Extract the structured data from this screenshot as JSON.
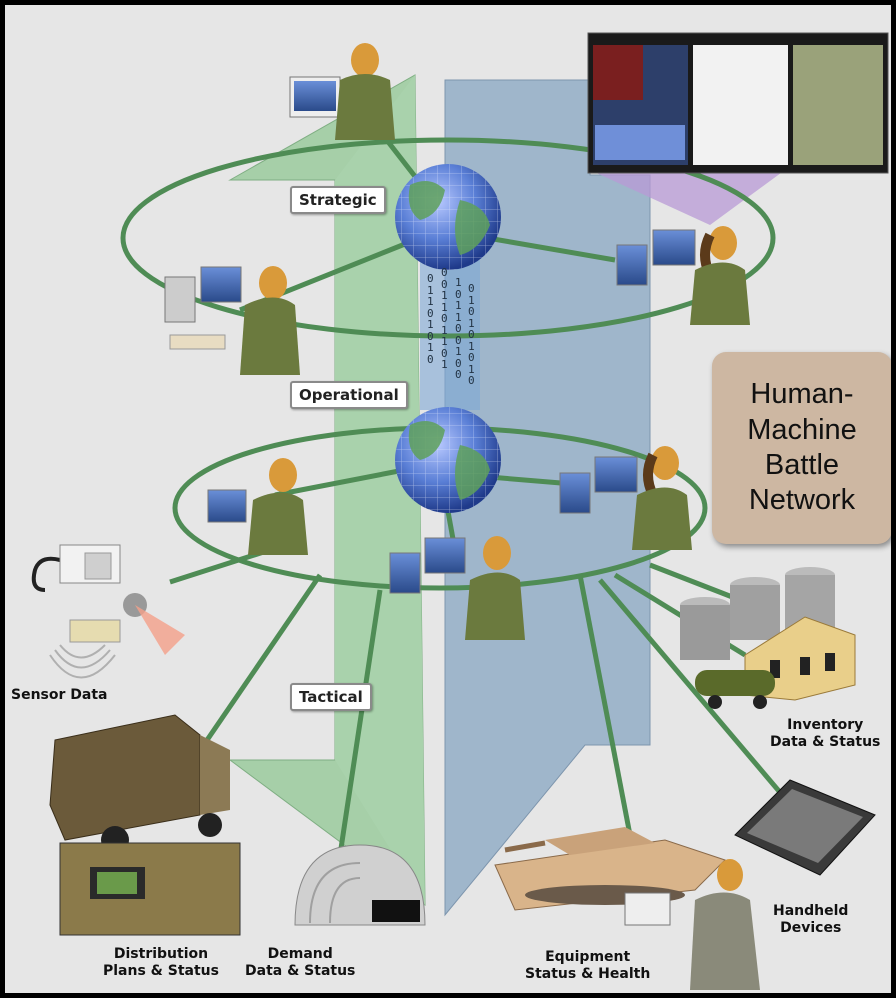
{
  "levels": {
    "strategic": "Strategic",
    "operational": "Operational",
    "tactical": "Tactical"
  },
  "callout": {
    "line1": "Human-",
    "line2": "Machine",
    "line3": "Battle",
    "line4": "Network"
  },
  "captions": {
    "sensor": "Sensor Data",
    "inventory_l1": "Inventory",
    "inventory_l2": "Data & Status",
    "handheld_l1": "Handheld",
    "handheld_l2": "Devices",
    "distribution_l1": "Distribution",
    "distribution_l2": "Plans & Status",
    "demand_l1": "Demand",
    "demand_l2": "Data & Status",
    "equipment_l1": "Equipment",
    "equipment_l2": "Status & Health"
  },
  "binary_columns": [
    "0\n1\n1\n0\n1\n0\n1\n0",
    "0\n0\n1\n1\n0\n1\n1\n0\n1",
    "1\n0\n1\n1\n0\n0\n1\n0\n0",
    "0\n1\n0\n1\n0\n1\n0\n1\n0"
  ],
  "colors": {
    "background": "#e6e6e6",
    "up_arrow": "#a6cfa8",
    "down_arrow": "#9fb6cb",
    "network_ring": "#4f8c55",
    "globe": "#4f72c4",
    "callout": "#cdb7a2"
  }
}
